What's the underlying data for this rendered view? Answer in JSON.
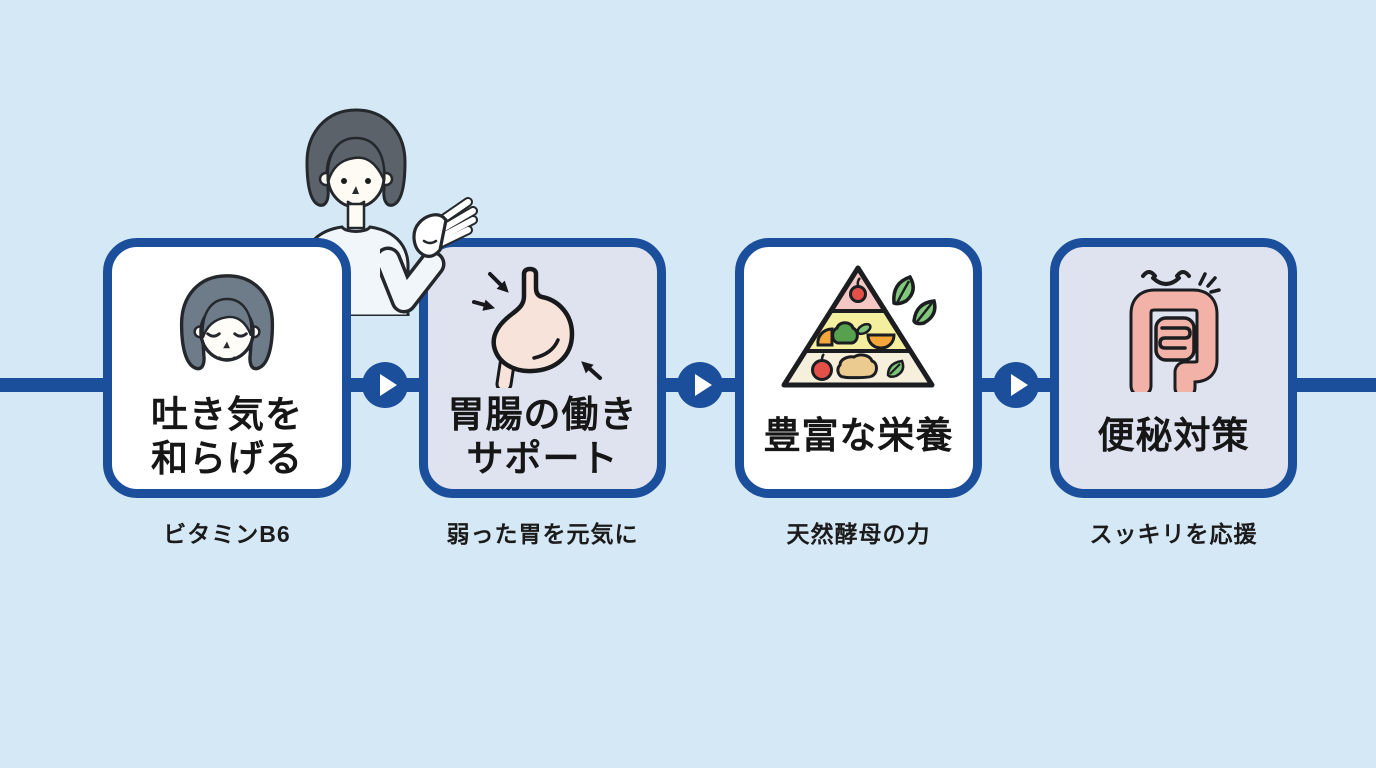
{
  "figure": {
    "background_color": "#d5e8f5",
    "accent_color": "#1b4f9c",
    "card_color_light": "#ffffff",
    "card_color_lavender": "#dfe3ef",
    "presenter_illustration": "woman-presenting"
  },
  "connectors": {
    "arrow_icon": "play-arrow-icon"
  },
  "steps": [
    {
      "icon": "calm-woman-face-icon",
      "title_lines": [
        "吐き気を",
        "和らげる"
      ],
      "caption": "ビタミンB6"
    },
    {
      "icon": "stomach-icon",
      "title_lines": [
        "胃腸の働き",
        "サポート"
      ],
      "caption": "弱った胃を元気に"
    },
    {
      "icon": "food-pyramid-icon",
      "title_lines": [
        "豊富な栄養"
      ],
      "caption": "天然酵母の力"
    },
    {
      "icon": "intestine-icon",
      "title_lines": [
        "便秘対策"
      ],
      "caption": "スッキリを応援"
    }
  ]
}
